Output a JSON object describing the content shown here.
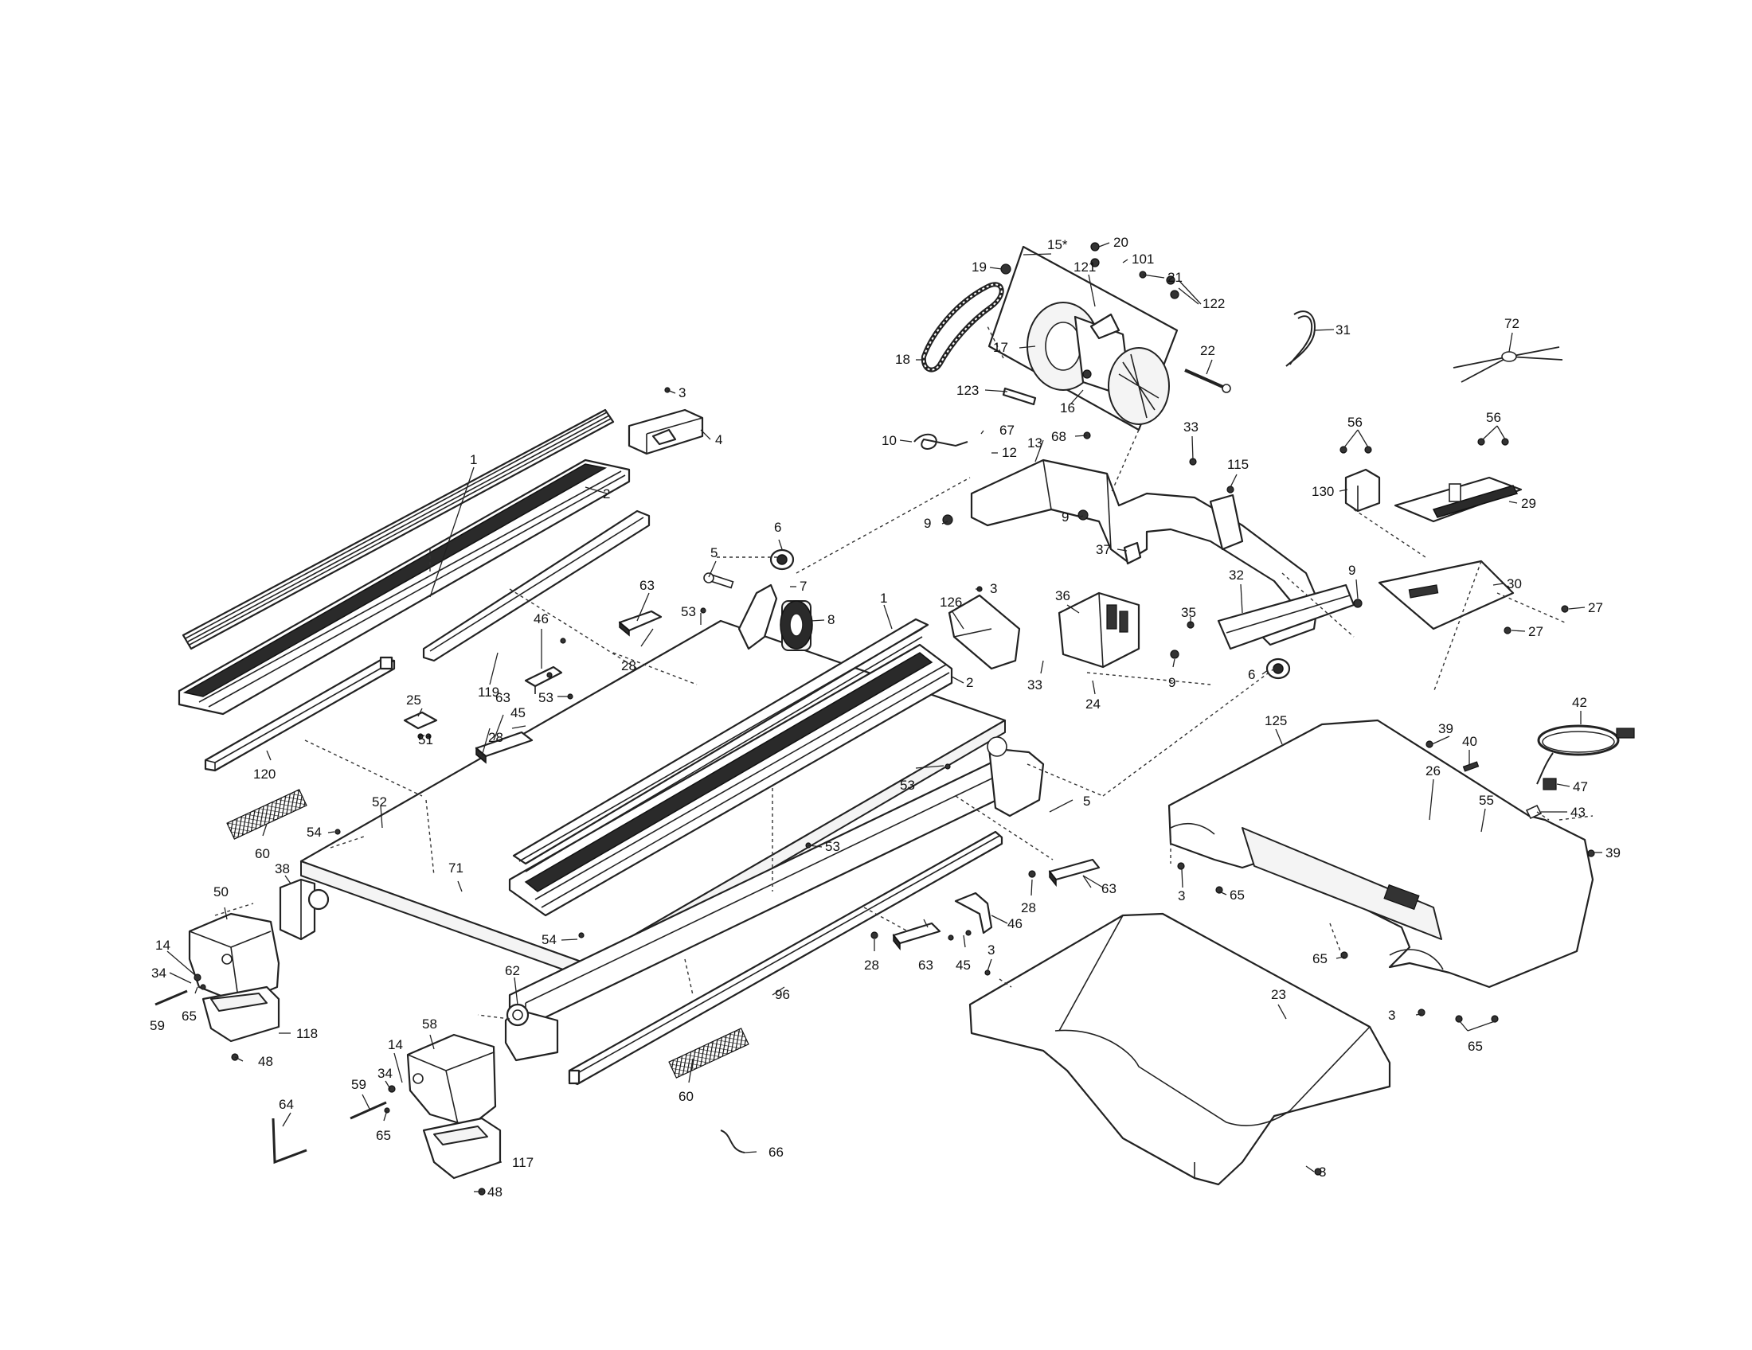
{
  "diagram": {
    "callouts": [
      {
        "id": "c-1a",
        "text": "1"
      },
      {
        "id": "c-2a",
        "text": "2"
      },
      {
        "id": "c-3a",
        "text": "3"
      },
      {
        "id": "c-4",
        "text": "4"
      },
      {
        "id": "c-119",
        "text": "119"
      },
      {
        "id": "c-120",
        "text": "120"
      },
      {
        "id": "c-25",
        "text": "25"
      },
      {
        "id": "c-51",
        "text": "51"
      },
      {
        "id": "c-46a",
        "text": "46"
      },
      {
        "id": "c-63a",
        "text": "63"
      },
      {
        "id": "c-45a",
        "text": "45"
      },
      {
        "id": "c-28a",
        "text": "28"
      },
      {
        "id": "c-53a",
        "text": "53"
      },
      {
        "id": "c-63b",
        "text": "63"
      },
      {
        "id": "c-28b",
        "text": "28"
      },
      {
        "id": "c-53b",
        "text": "53"
      },
      {
        "id": "c-5a",
        "text": "5"
      },
      {
        "id": "c-6a",
        "text": "6"
      },
      {
        "id": "c-7",
        "text": "7"
      },
      {
        "id": "c-8",
        "text": "8"
      },
      {
        "id": "c-1b",
        "text": "1"
      },
      {
        "id": "c-126",
        "text": "126"
      },
      {
        "id": "c-3b",
        "text": "3"
      },
      {
        "id": "c-2b",
        "text": "2"
      },
      {
        "id": "c-52",
        "text": "52"
      },
      {
        "id": "c-71",
        "text": "71"
      },
      {
        "id": "c-54a",
        "text": "54"
      },
      {
        "id": "c-60a",
        "text": "60"
      },
      {
        "id": "c-38",
        "text": "38"
      },
      {
        "id": "c-50",
        "text": "50"
      },
      {
        "id": "c-14a",
        "text": "14"
      },
      {
        "id": "c-34a",
        "text": "34"
      },
      {
        "id": "c-59a",
        "text": "59"
      },
      {
        "id": "c-65a",
        "text": "65"
      },
      {
        "id": "c-118",
        "text": "118"
      },
      {
        "id": "c-48a",
        "text": "48"
      },
      {
        "id": "c-54b",
        "text": "54"
      },
      {
        "id": "c-62",
        "text": "62"
      },
      {
        "id": "c-58",
        "text": "58"
      },
      {
        "id": "c-14b",
        "text": "14"
      },
      {
        "id": "c-34b",
        "text": "34"
      },
      {
        "id": "c-59b",
        "text": "59"
      },
      {
        "id": "c-65b",
        "text": "65"
      },
      {
        "id": "c-117",
        "text": "117"
      },
      {
        "id": "c-48b",
        "text": "48"
      },
      {
        "id": "c-64",
        "text": "64"
      },
      {
        "id": "c-66",
        "text": "66"
      },
      {
        "id": "c-60b",
        "text": "60"
      },
      {
        "id": "c-96",
        "text": "96"
      },
      {
        "id": "c-53c",
        "text": "53"
      },
      {
        "id": "c-53d",
        "text": "53"
      },
      {
        "id": "c-5b",
        "text": "5"
      },
      {
        "id": "c-28c",
        "text": "28"
      },
      {
        "id": "c-63c",
        "text": "63"
      },
      {
        "id": "c-28d",
        "text": "28"
      },
      {
        "id": "c-63d",
        "text": "63"
      },
      {
        "id": "c-45b",
        "text": "45"
      },
      {
        "id": "c-46b",
        "text": "46"
      },
      {
        "id": "c-3c",
        "text": "3"
      },
      {
        "id": "c-23",
        "text": "23"
      },
      {
        "id": "c-3d",
        "text": "3"
      },
      {
        "id": "c-15",
        "text": "15*"
      },
      {
        "id": "c-20",
        "text": "20"
      },
      {
        "id": "c-19",
        "text": "19"
      },
      {
        "id": "c-121",
        "text": "121"
      },
      {
        "id": "c-101",
        "text": "101"
      },
      {
        "id": "c-21",
        "text": "21"
      },
      {
        "id": "c-122",
        "text": "122"
      },
      {
        "id": "c-17",
        "text": "17"
      },
      {
        "id": "c-18",
        "text": "18"
      },
      {
        "id": "c-22",
        "text": "22"
      },
      {
        "id": "c-123",
        "text": "123"
      },
      {
        "id": "c-16",
        "text": "16"
      },
      {
        "id": "c-10",
        "text": "10"
      },
      {
        "id": "c-67",
        "text": "67"
      },
      {
        "id": "c-12",
        "text": "12"
      },
      {
        "id": "c-13",
        "text": "13"
      },
      {
        "id": "c-68",
        "text": "68"
      },
      {
        "id": "c-9a",
        "text": "9"
      },
      {
        "id": "c-9b",
        "text": "9"
      },
      {
        "id": "c-33a",
        "text": "33"
      },
      {
        "id": "c-115",
        "text": "115"
      },
      {
        "id": "c-37",
        "text": "37"
      },
      {
        "id": "c-36",
        "text": "36"
      },
      {
        "id": "c-32",
        "text": "32"
      },
      {
        "id": "c-35",
        "text": "35"
      },
      {
        "id": "c-9c",
        "text": "9"
      },
      {
        "id": "c-33b",
        "text": "33"
      },
      {
        "id": "c-24",
        "text": "24"
      },
      {
        "id": "c-6b",
        "text": "6"
      },
      {
        "id": "c-9d",
        "text": "9"
      },
      {
        "id": "c-31",
        "text": "31"
      },
      {
        "id": "c-72",
        "text": "72"
      },
      {
        "id": "c-56a",
        "text": "56"
      },
      {
        "id": "c-56b",
        "text": "56"
      },
      {
        "id": "c-130",
        "text": "130"
      },
      {
        "id": "c-29",
        "text": "29"
      },
      {
        "id": "c-30",
        "text": "30"
      },
      {
        "id": "c-27a",
        "text": "27"
      },
      {
        "id": "c-27b",
        "text": "27"
      },
      {
        "id": "c-125",
        "text": "125"
      },
      {
        "id": "c-42",
        "text": "42"
      },
      {
        "id": "c-39a",
        "text": "39"
      },
      {
        "id": "c-40",
        "text": "40"
      },
      {
        "id": "c-26",
        "text": "26"
      },
      {
        "id": "c-47",
        "text": "47"
      },
      {
        "id": "c-55",
        "text": "55"
      },
      {
        "id": "c-43",
        "text": "43"
      },
      {
        "id": "c-39b",
        "text": "39"
      },
      {
        "id": "c-3e",
        "text": "3"
      },
      {
        "id": "c-65c",
        "text": "65"
      },
      {
        "id": "c-65d",
        "text": "65"
      },
      {
        "id": "c-3f",
        "text": "3"
      },
      {
        "id": "c-65e",
        "text": "65"
      }
    ]
  }
}
